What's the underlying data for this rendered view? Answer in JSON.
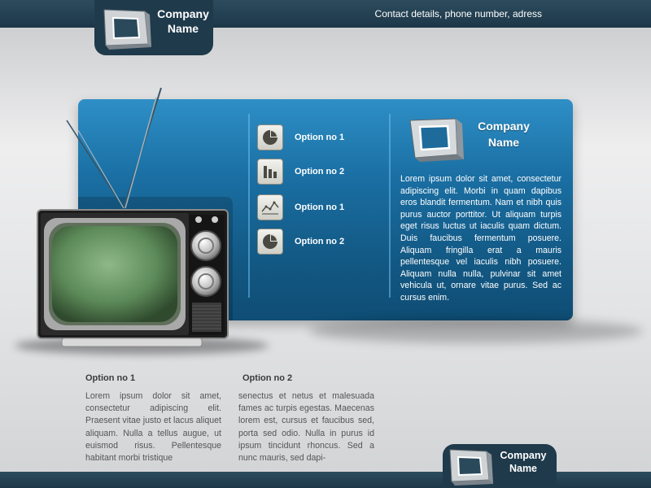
{
  "header": {
    "logo_text_line1": "Company",
    "logo_text_line2": "Name",
    "contact": "Contact details, phone number, adress"
  },
  "panel": {
    "options": [
      {
        "label": "Option no 1",
        "icon": "pie-chart-icon"
      },
      {
        "label": "Option no 2",
        "icon": "bar-chart-icon"
      },
      {
        "label": "Option no 1",
        "icon": "line-chart-icon"
      },
      {
        "label": "Option no 2",
        "icon": "pie-chart-icon"
      }
    ],
    "logo_text_line1": "Company",
    "logo_text_line2": "Name",
    "body": "Lorem ipsum dolor sit amet, consectetur adipiscing elit. Morbi in quam dapibus eros blandit fermentum. Nam et nibh quis purus auctor porttitor. Ut aliquam turpis eget risus luctus ut iaculis quam dictum. Duis faucibus fermentum posuere. Aliquam fringilla erat a mauris pellentesque vel iaculis nibh posuere. Aliquam nulla nulla, pulvinar sit amet vehicula ut, ornare vitae purus. Sed ac cursus enim."
  },
  "columns": [
    {
      "title": "Option no 1",
      "text": "Lorem ipsum dolor sit amet, consectetur adipiscing elit. Praesent vitae justo et lacus aliquet aliquam. Nulla a tellus augue, ut euismod risus. Pellentesque habitant morbi tristique"
    },
    {
      "title": "Option no 2",
      "text": "senectus et netus et malesuada fames ac turpis egestas. Maecenas lorem est, cursus et faucibus sed, porta sed odio. Nulla in purus id ipsum tincidunt rhoncus. Sed a nunc mauris, sed dapi-"
    }
  ],
  "footer": {
    "logo_text_line1": "Company",
    "logo_text_line2": "Name"
  },
  "colors": {
    "bar": "#1f3a4b",
    "panel_blue": "#1a6fa3",
    "screen_green": "#6f9a6a"
  }
}
